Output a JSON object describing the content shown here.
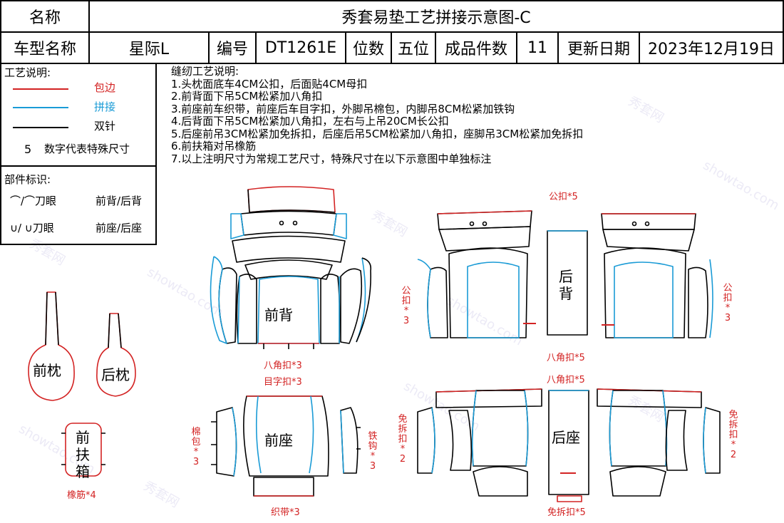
{
  "header": {
    "name_label": "名称",
    "title": "秀套易垫工艺拼接示意图-C",
    "model_label": "车型名称",
    "model_value": "星际L",
    "code_label": "编号",
    "code_value": "DT1261E",
    "seats_label": "位数",
    "seats_value": "五位",
    "count_label": "成品件数",
    "count_value": "11",
    "date_label": "更新日期",
    "date_value": "2023年12月19日"
  },
  "legend": {
    "title": "工艺说明:",
    "items": [
      {
        "label": "包边",
        "color": "#d32323"
      },
      {
        "label": "拼接",
        "color": "#1a9bd6"
      },
      {
        "label": "双针",
        "color": "#000000"
      }
    ],
    "special_number": "5",
    "special_text": "数字代表特殊尺寸"
  },
  "parts": {
    "title": "部件标识:",
    "row1_symbols": "⌒/⌒刀眼",
    "row1_text": "前背/后背",
    "row2_symbols": "∪/ ∪刀眼",
    "row2_text": "前座/后座"
  },
  "sewing": {
    "title": "缝纫工艺说明:",
    "lines": [
      "1.头枕面底车4CM公扣，后面贴4CM母扣",
      "2.前背面下吊5CM松紧加八角扣",
      "3.前座前车织带，前座后车目字扣，外脚吊棉包，内脚吊8CM松紧加铁钩",
      "4.后背面下吊5CM松紧加八角扣，左右与上吊20CM长公扣",
      "5.后座前吊3CM松紧加免拆扣，后座后吊5CM松紧加八角扣，座脚吊3CM松紧加免拆扣",
      "6.前扶箱对吊橡筋",
      "7.以上注明尺寸为常规工艺尺寸，特殊尺寸在以下示意图中单独标注"
    ]
  },
  "pieces": {
    "front_back": "前背",
    "rear_back_1": "后",
    "rear_back_2": "背",
    "front_headrest": "前枕",
    "rear_headrest": "后枕",
    "armrest_1": "前",
    "armrest_2": "扶",
    "armrest_3": "箱",
    "front_seat": "前座",
    "rear_seat": "后座"
  },
  "annotations": {
    "front_back_bottom": "八角扣*3",
    "front_seat_top": "目字扣*3",
    "front_seat_bottom": "织带*3",
    "cotton_pack": "棉包*3",
    "iron_hook": "铁钩*3",
    "elastic": "橡筋*4",
    "male_top": "公扣*5",
    "male_left": "公扣*3",
    "male_right": "公扣*3",
    "octagon_rear_back": "八角扣*5",
    "octagon_rear_seat": "八角扣*5",
    "free_left": "免拆扣*2",
    "free_right": "免拆扣*2",
    "free_bottom": "免拆扣*5"
  },
  "watermark": {
    "text1": "秀套网",
    "text2": "showtao.com"
  },
  "colors": {
    "edge": "#d32323",
    "join": "#1a9bd6",
    "stitch": "#000000"
  }
}
